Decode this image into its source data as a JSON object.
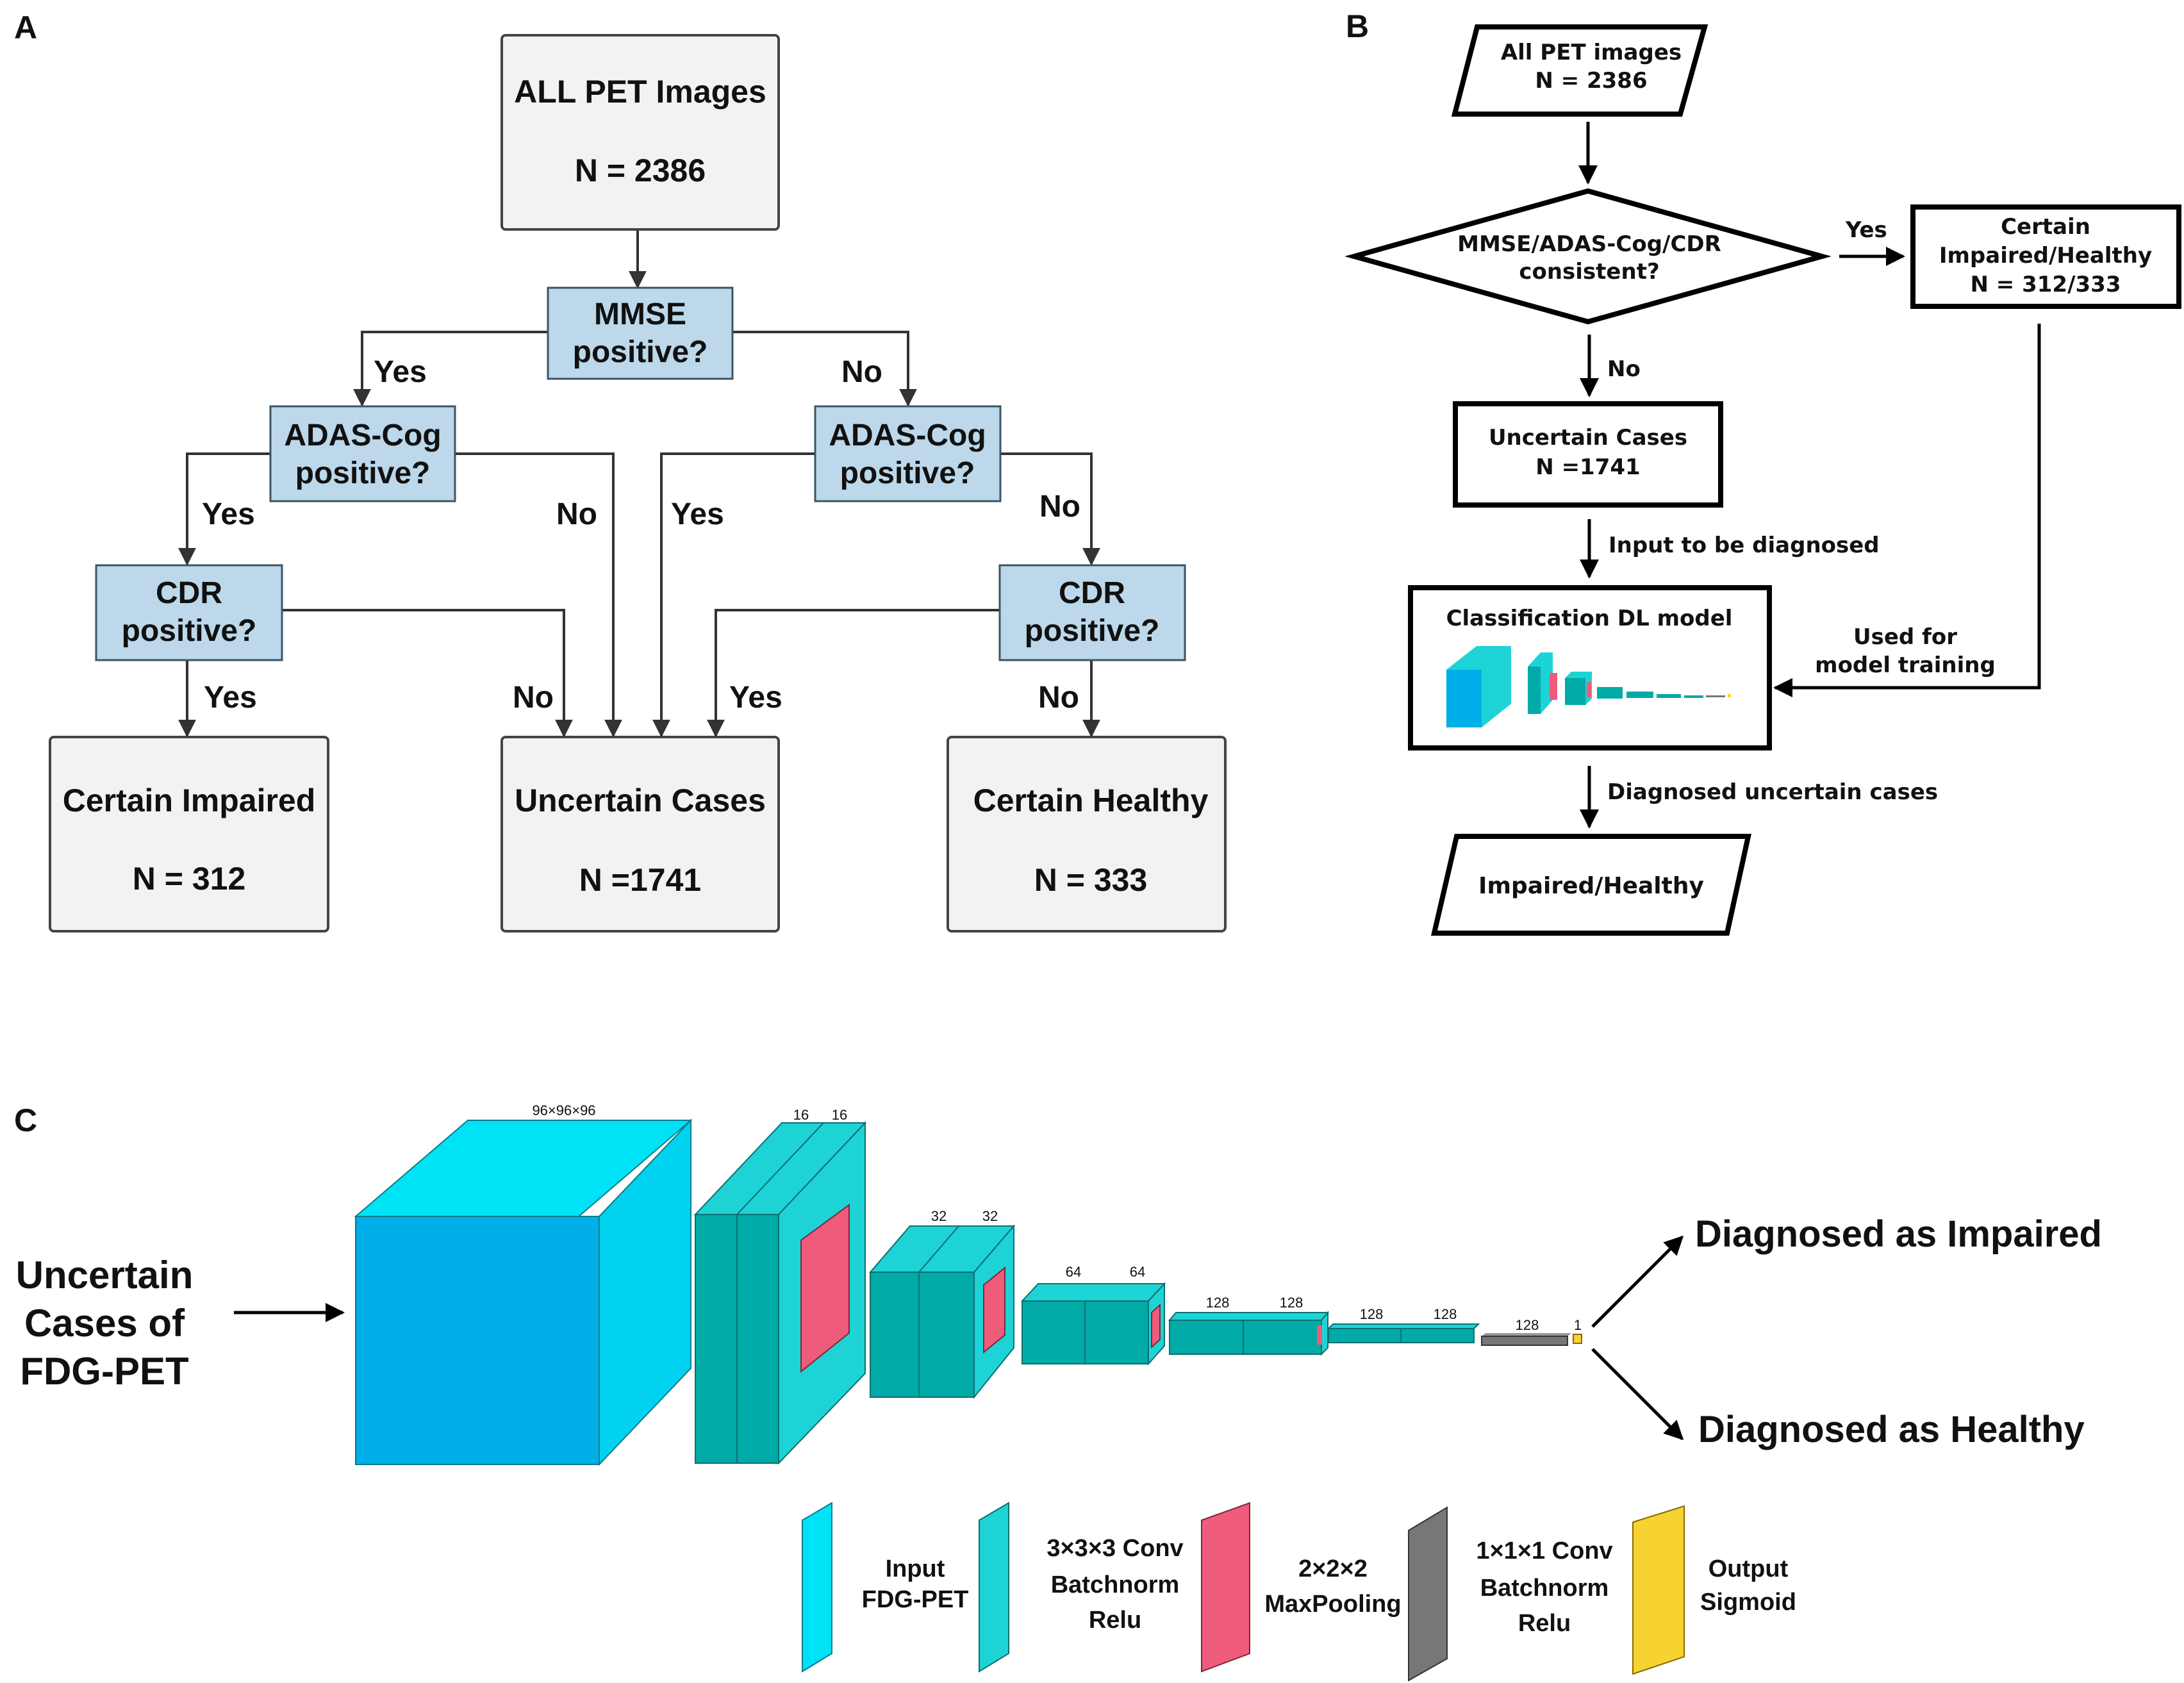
{
  "panel_labels": {
    "a": "A",
    "b": "B",
    "c": "C"
  },
  "panel_a": {
    "all_box": {
      "title": "ALL PET Images",
      "n": "N = 2386"
    },
    "mmse": {
      "line1": "MMSE",
      "line2": "positive?"
    },
    "adas_left": {
      "line1": "ADAS-Cog",
      "line2": "positive?"
    },
    "adas_right": {
      "line1": "ADAS-Cog",
      "line2": "positive?"
    },
    "cdr_left": {
      "line1": "CDR",
      "line2": "positive?"
    },
    "cdr_right": {
      "line1": "CDR",
      "line2": "positive?"
    },
    "labels": {
      "mmse_yes": "Yes",
      "mmse_no": "No",
      "adasl_yes": "Yes",
      "adasl_no": "No",
      "adasr_yes": "Yes",
      "adasr_no": "No",
      "cdrl_yes": "Yes",
      "cdrl_no": "No",
      "cdrr_yes": "Yes",
      "cdrr_no": "No"
    },
    "impaired": {
      "title": "Certain Impaired",
      "n": "N = 312"
    },
    "uncertain": {
      "title": "Uncertain Cases",
      "n": "N =1741"
    },
    "healthy": {
      "title": "Certain Healthy",
      "n": "N = 333"
    }
  },
  "panel_b": {
    "all": {
      "line1": "All PET images",
      "line2": "N = 2386"
    },
    "decision": {
      "line1": "MMSE/ADAS-Cog/CDR",
      "line2": "consistent?"
    },
    "yes": "Yes",
    "no": "No",
    "certain": {
      "line1": "Certain",
      "line2": "Impaired/Healthy",
      "line3": "N = 312/333"
    },
    "uncertain": {
      "line1": "Uncertain Cases",
      "line2": "N =1741"
    },
    "input_label": "Input to be diagnosed",
    "model_title": "Classification DL model",
    "used_for": {
      "line1": "Used for",
      "line2": "model training"
    },
    "diag_label": "Diagnosed uncertain cases",
    "output": "Impaired/Healthy"
  },
  "panel_c": {
    "input_text": {
      "line1": "Uncertain",
      "line2": "Cases of",
      "line3": "FDG-PET"
    },
    "layer_labels": {
      "l0": "96×96×96",
      "l1a": "16",
      "l1b": "16",
      "l2a": "32",
      "l2b": "32",
      "l3a": "64",
      "l3b": "64",
      "l4a": "128",
      "l4b": "128",
      "l5a": "128",
      "l5b": "128",
      "l6": "128",
      "l7": "1"
    },
    "outputs": {
      "impaired": "Diagnosed as Impaired",
      "healthy": "Diagnosed as Healthy"
    },
    "legend": {
      "input": {
        "line1": "Input",
        "line2": "FDG-PET"
      },
      "conv": {
        "line1": "3×3×3 Conv",
        "line2": "Batchnorm",
        "line3": "Relu"
      },
      "pool": {
        "line1": "2×2×2",
        "line2": "MaxPooling"
      },
      "conv1": {
        "line1": "1×1×1 Conv",
        "line2": "Batchnorm",
        "line3": "Relu"
      },
      "out": {
        "line1": "Output",
        "line2": "Sigmoid"
      }
    }
  },
  "colors": {
    "input_front": "#00aee8",
    "input_side": "#00e2f5",
    "conv_front": "#00aaa6",
    "conv_side": "#1ed3d6",
    "pool": "#ef5b7a",
    "conv1": "#777777",
    "sigmoid": "#f6d330"
  }
}
